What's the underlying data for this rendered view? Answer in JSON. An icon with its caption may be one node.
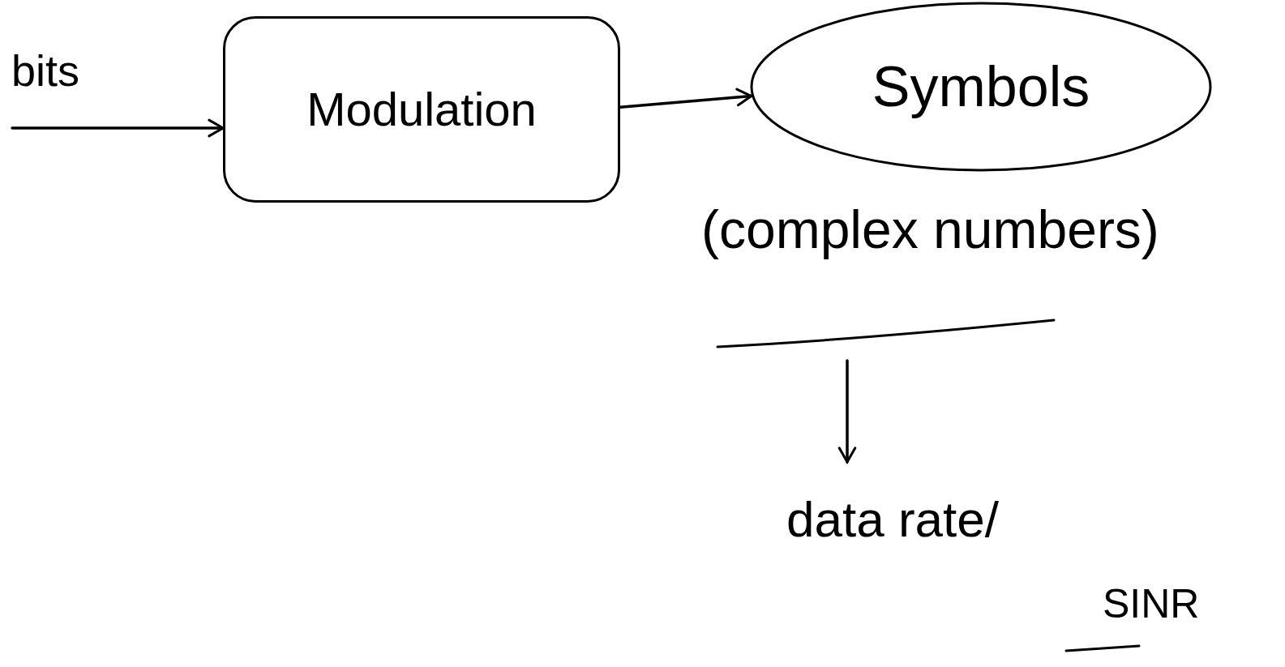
{
  "diagram": {
    "nodes": [
      {
        "text": [
          "Modulation"
        ]
      },
      {
        "text": [
          "Symbols"
        ],
        "beside": [
          "(complex numbers)"
        ]
      },
      {
        "text": [
          "data rate/",
          "SINR"
        ]
      }
    ],
    "edges": [
      {
        "from": null,
        "to": 0,
        "arrow": "to",
        "label": "bits"
      },
      {
        "from": 0,
        "to": 1,
        "arrow": "to"
      },
      {
        "from": null,
        "to": 2,
        "arrow": "to"
      }
    ]
  }
}
